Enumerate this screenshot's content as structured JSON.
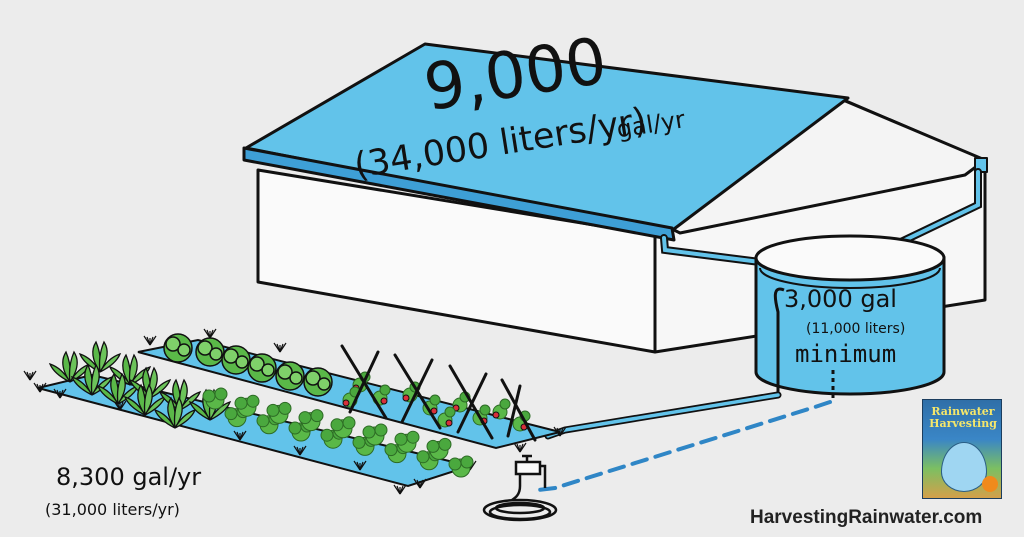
{
  "roof": {
    "harvest_value": "9,000",
    "harvest_unit": "gal/yr",
    "harvest_liters": "(34,000 liters/yr)"
  },
  "tank": {
    "capacity": "3,000 gal",
    "capacity_liters": "(11,000 liters)",
    "qualifier": "minimum"
  },
  "garden": {
    "demand": "8,300 gal/yr",
    "demand_liters": "(31,000 liters/yr)"
  },
  "footer": {
    "website": "HarvestingRainwater.com"
  },
  "book": {
    "title": "Rainwater Harvesting"
  },
  "colors": {
    "water": "#62c3ea",
    "water_dark": "#2f86c6",
    "outline": "#111111",
    "leaf": "#5ab848",
    "leaf_dark": "#2d6b25",
    "fruit": "#d8303a"
  }
}
